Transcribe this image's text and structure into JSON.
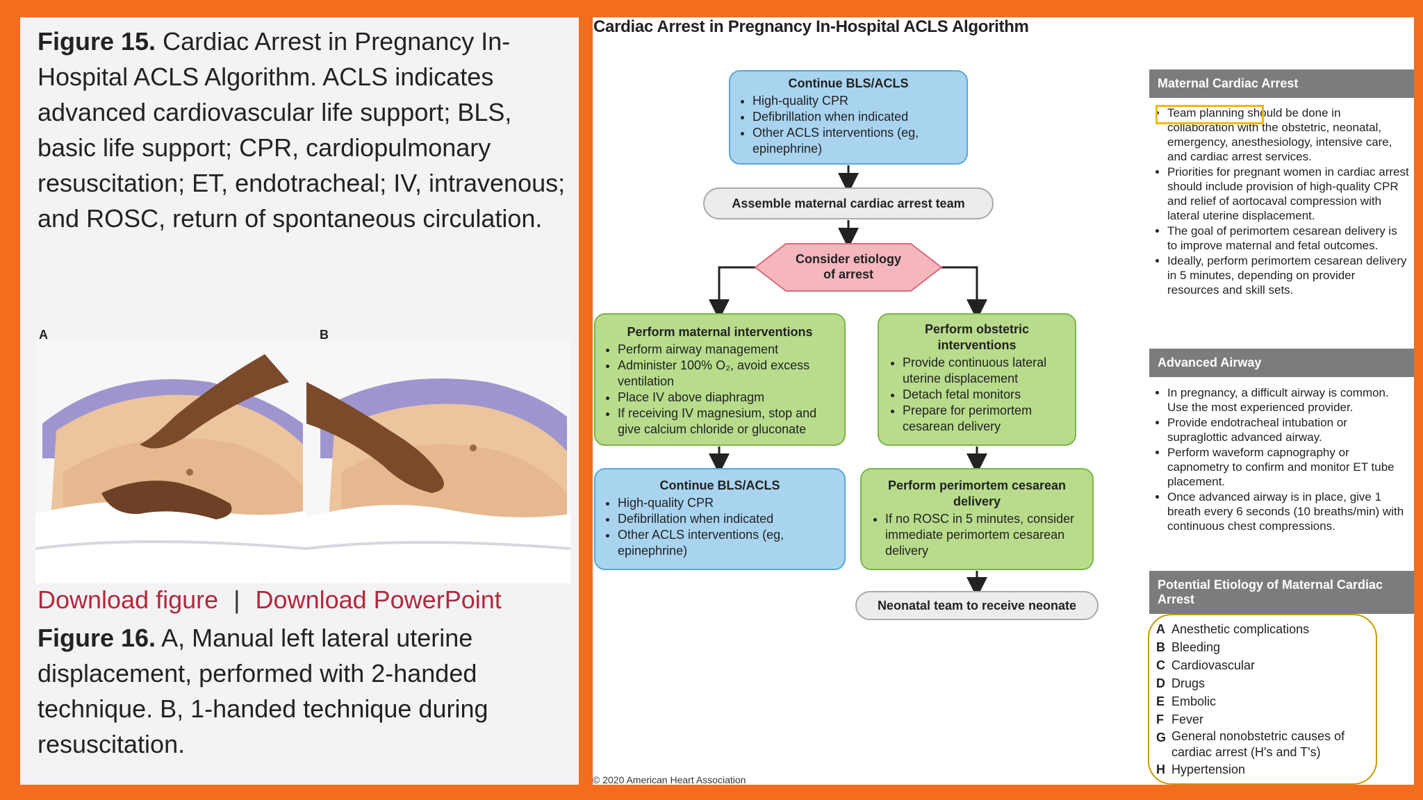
{
  "left": {
    "fig15_label": "Figure 15.",
    "fig15_text": "Cardiac Arrest in Pregnancy In-Hospital ACLS Algorithm. ACLS indicates advanced cardiovascular life support; BLS, basic life support; CPR, cardiopulmonary resuscitation; ET, endotracheal; IV, intravenous; and ROSC, return of spontaneous circulation.",
    "panel_a": "A",
    "panel_b": "B",
    "download_figure": "Download figure",
    "separator": "|",
    "download_ppt": "Download PowerPoint",
    "fig16_label": "Figure 16.",
    "fig16_text": "A, Manual left lateral uterine displacement, performed with 2-handed technique. B, 1-handed technique during resuscitation."
  },
  "diagram": {
    "title": "Cardiac Arrest in Pregnancy In-Hospital ACLS Algorithm",
    "continue1": {
      "title": "Continue BLS/ACLS",
      "items": [
        "High-quality CPR",
        "Defibrillation when indicated",
        "Other ACLS interventions (eg, epinephrine)"
      ]
    },
    "assemble": "Assemble maternal cardiac arrest team",
    "consider_line1": "Consider etiology",
    "consider_line2": "of arrest",
    "maternal": {
      "title": "Perform maternal interventions",
      "items": [
        "Perform airway management",
        "Administer 100% O₂, avoid excess ventilation",
        "Place IV above diaphragm",
        "If receiving IV magnesium, stop and give calcium chloride or gluconate"
      ]
    },
    "obstetric": {
      "title": "Perform obstetric interventions",
      "items": [
        "Provide continuous lateral uterine displacement",
        "Detach fetal monitors",
        "Prepare for perimortem cesarean delivery"
      ]
    },
    "continue2": {
      "title": "Continue BLS/ACLS",
      "items": [
        "High-quality CPR",
        "Defibrillation when indicated",
        "Other ACLS interventions (eg, epinephrine)"
      ]
    },
    "perimortem": {
      "title": "Perform perimortem cesarean delivery",
      "items": [
        "If no ROSC in 5 minutes, consider immediate perimortem cesarean delivery"
      ]
    },
    "neonatal": "Neonatal team to receive neonate",
    "copyright": "© 2020 American Heart Association"
  },
  "sidebar": {
    "maternal_head": "Maternal Cardiac Arrest",
    "maternal_items": [
      "Team planning should be done in collaboration with the obstetric, neonatal, emergency, anesthesiology, intensive care, and cardiac arrest services.",
      "Priorities for pregnant women in cardiac arrest should include provision of high-quality CPR and relief of aortocaval compression with lateral uterine displacement.",
      "The goal of perimortem cesarean delivery is to improve maternal and fetal outcomes.",
      "Ideally, perform perimortem cesarean delivery in 5 minutes, depending on provider resources and skill sets."
    ],
    "airway_head": "Advanced Airway",
    "airway_items": [
      "In pregnancy, a difficult airway is common. Use the most experienced provider.",
      "Provide endotracheal intubation or supraglottic advanced airway.",
      "Perform waveform capnography or capnometry to confirm and monitor ET tube placement.",
      "Once advanced airway is in place, give 1 breath every 6 seconds (10 breaths/min) with continuous chest compressions."
    ],
    "etiology_head": "Potential Etiology of Maternal Cardiac Arrest",
    "etiology": [
      {
        "key": "A",
        "text": "Anesthetic complications"
      },
      {
        "key": "B",
        "text": "Bleeding"
      },
      {
        "key": "C",
        "text": "Cardiovascular"
      },
      {
        "key": "D",
        "text": "Drugs"
      },
      {
        "key": "E",
        "text": "Embolic"
      },
      {
        "key": "F",
        "text": "Fever"
      },
      {
        "key": "G",
        "text": "General nonobstetric causes of cardiac arrest (H's and T's)"
      },
      {
        "key": "H",
        "text": "Hypertension"
      }
    ]
  }
}
